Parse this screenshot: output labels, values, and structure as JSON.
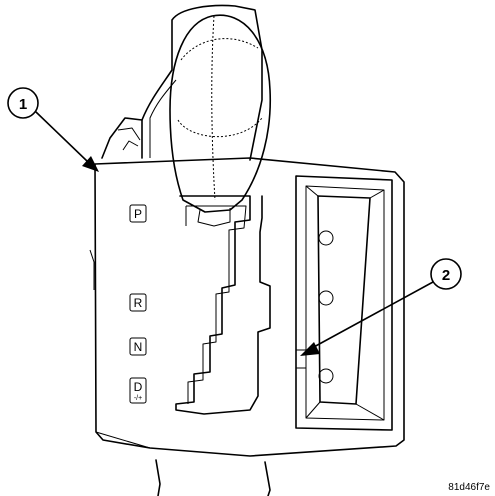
{
  "callouts": [
    {
      "number": "1"
    },
    {
      "number": "2"
    }
  ],
  "gate": {
    "park": "P",
    "reverse": "R",
    "neutral": "N",
    "drive": "D",
    "drive_sub": "-/+"
  },
  "figure_code": "81d46f7e"
}
